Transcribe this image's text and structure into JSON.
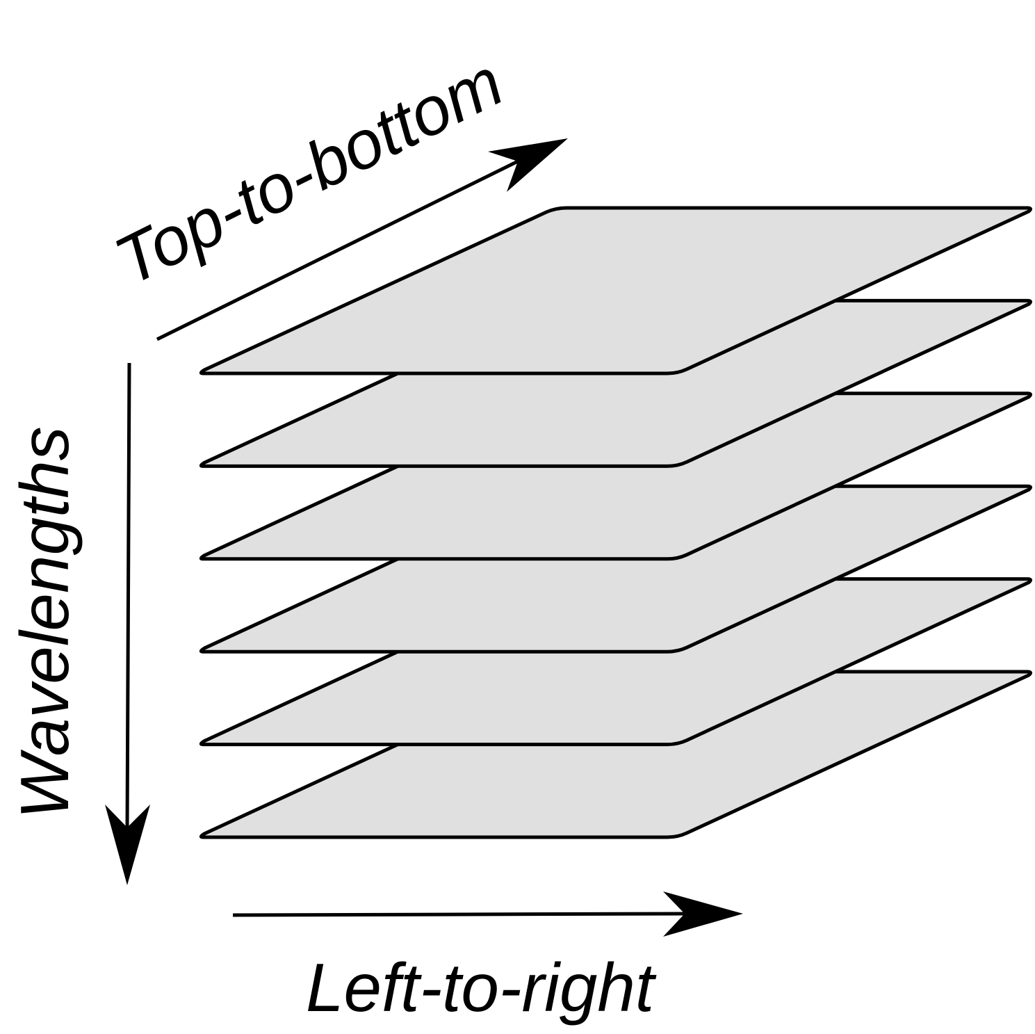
{
  "diagram": {
    "labels": {
      "top_to_bottom": "Top-to-bottom",
      "wavelengths": "Wavelengths",
      "left_to_right": "Left-to-right"
    },
    "layer_count": 6,
    "colors": {
      "layer_fill": "#e0e0e0",
      "stroke": "#000000",
      "background": "#ffffff"
    }
  }
}
